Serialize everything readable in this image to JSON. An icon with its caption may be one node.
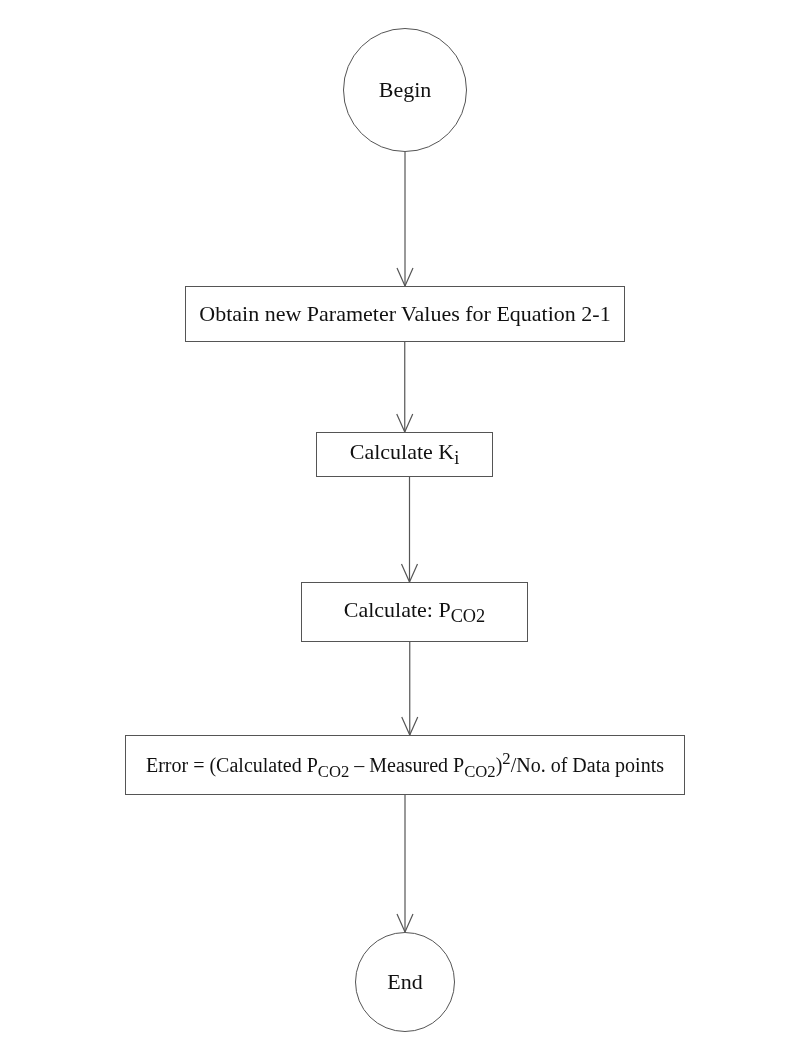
{
  "diagram": {
    "nodes": [
      {
        "text": [
          "Begin"
        ]
      },
      {
        "text": [
          "Obtain new Parameter Values for Equation 2-1"
        ]
      },
      {
        "text": [
          "Calculate K$_{i}$"
        ]
      },
      {
        "text": [
          "Calculate: P$_{CO2}$"
        ]
      },
      {
        "text": [
          "Error = (Calculated P$_{CO2}$ – Measured P$_{CO2}$)$^{2}$/No. of Data points"
        ]
      },
      {
        "text": [
          "End"
        ]
      }
    ],
    "edges": [
      {
        "from": 0,
        "to": 1,
        "arrow": "to"
      },
      {
        "from": 1,
        "to": 2,
        "arrow": "to"
      },
      {
        "from": 2,
        "to": 3,
        "arrow": "to"
      },
      {
        "from": 3,
        "to": 4,
        "arrow": "to"
      },
      {
        "from": 4,
        "to": 5,
        "arrow": "to"
      }
    ]
  }
}
